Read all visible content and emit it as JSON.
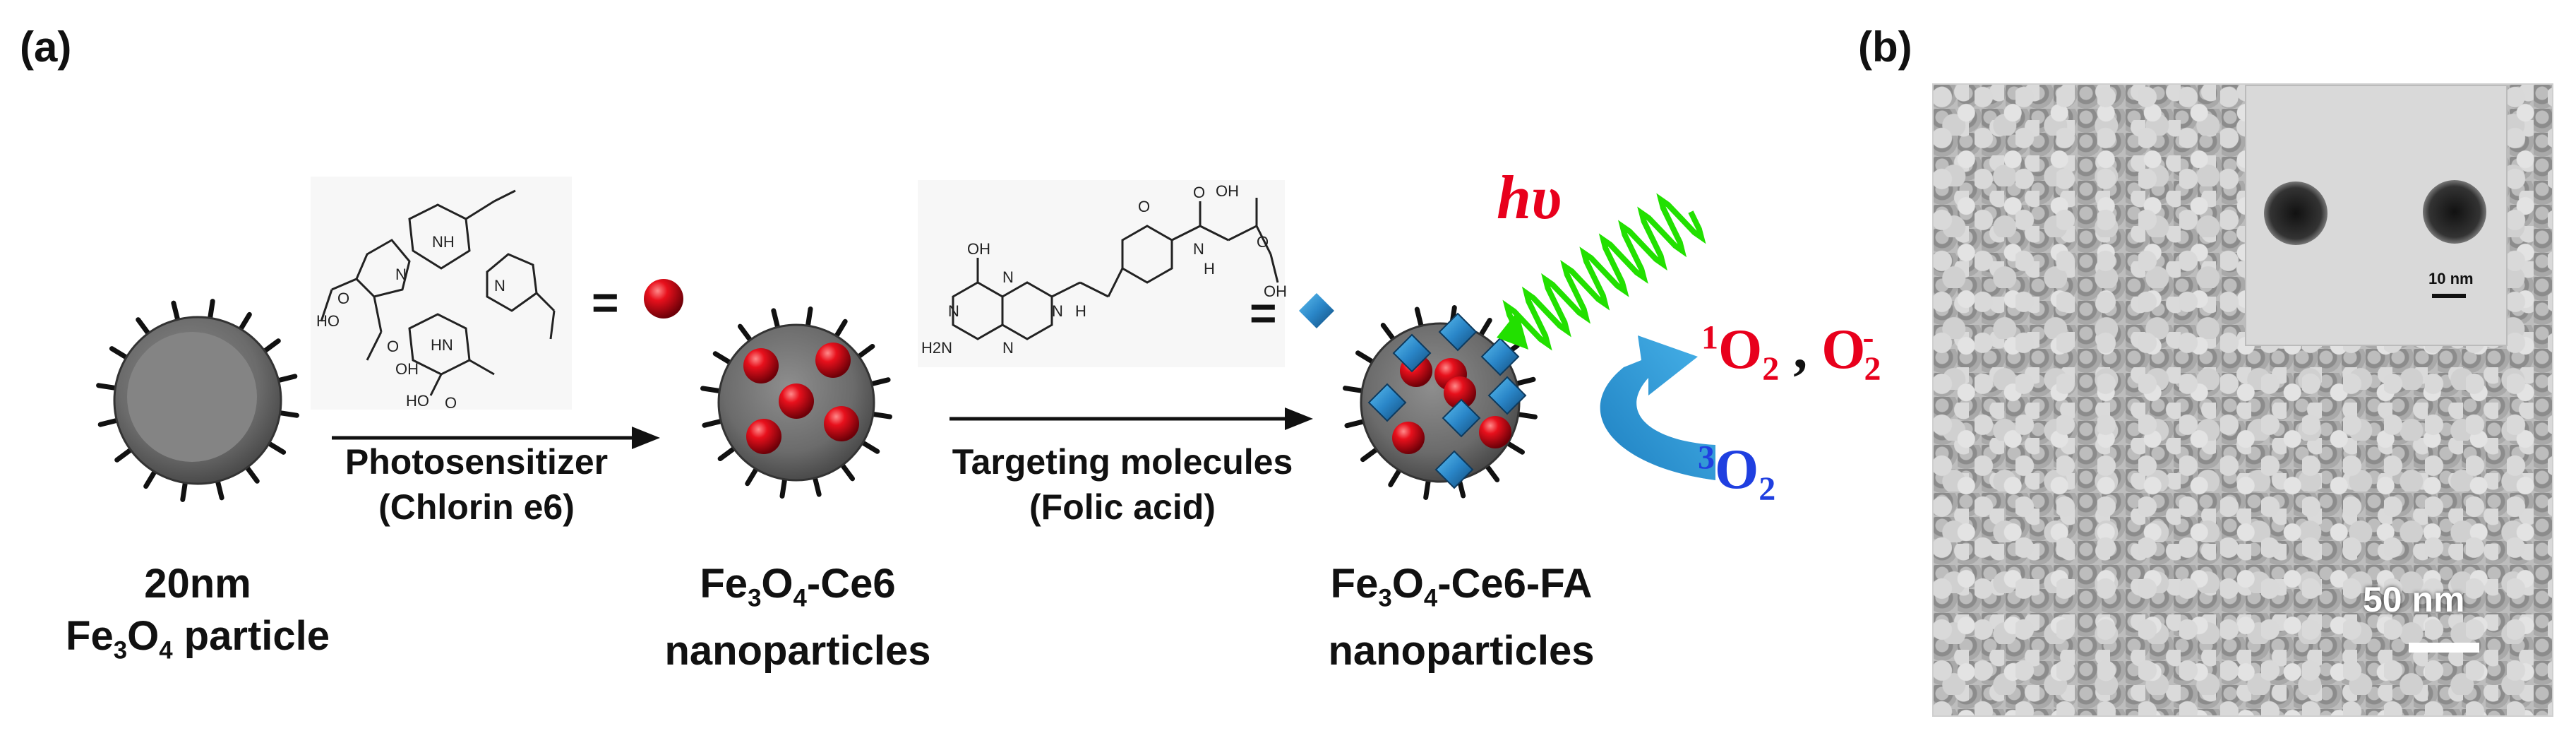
{
  "panels": {
    "a": "(a)",
    "b": "(b)"
  },
  "particle1": {
    "size": "20nm",
    "name_pre": "Fe",
    "name_sub1": "3",
    "name_mid": "O",
    "name_sub2": "4",
    "name_post": " particle"
  },
  "particle2": {
    "pre": "Fe",
    "sub1": "3",
    "mid": "O",
    "sub2": "4",
    "post": "-Ce6",
    "line2": "nanoparticles"
  },
  "particle3": {
    "pre": "Fe",
    "sub1": "3",
    "mid": "O",
    "sub2": "4",
    "post": "-Ce6-FA",
    "line2": "nanoparticles"
  },
  "step1": {
    "line1": "Photosensitizer",
    "line2": "(Chlorin e6)"
  },
  "step2": {
    "line1": "Targeting molecules",
    "line2": "(Folic acid)"
  },
  "equals": "=",
  "light": "hυ",
  "products": {
    "singlet_sup": "1",
    "singlet": "O",
    "singlet_sub": "2",
    "comma": ",",
    "superoxide": "O",
    "superoxide_sup": "-",
    "superoxide_sub": "2"
  },
  "ground": {
    "sup": "3",
    "base": "O",
    "sub": "2"
  },
  "chem": {
    "ce6_groups": [
      "HO",
      "O",
      "O",
      "OH",
      "HO",
      "O",
      "NH",
      "N",
      "N",
      "HN"
    ],
    "fa_groups": [
      "OH",
      "N",
      "N",
      "N",
      "H2N",
      "N",
      "H",
      "H",
      "N",
      "O",
      "O",
      "OH",
      "O",
      "OH"
    ]
  },
  "sem": {
    "scalebar": "50 nm",
    "inset_scalebar": "10 nm"
  },
  "colors": {
    "core": "#7d7d7d",
    "ce6": "#d60018",
    "fa": "#2a86c8",
    "light": "#22e000",
    "arrow": "#2a9ad8",
    "red_text": "#e8001c",
    "blue_text": "#1f3fe0"
  }
}
